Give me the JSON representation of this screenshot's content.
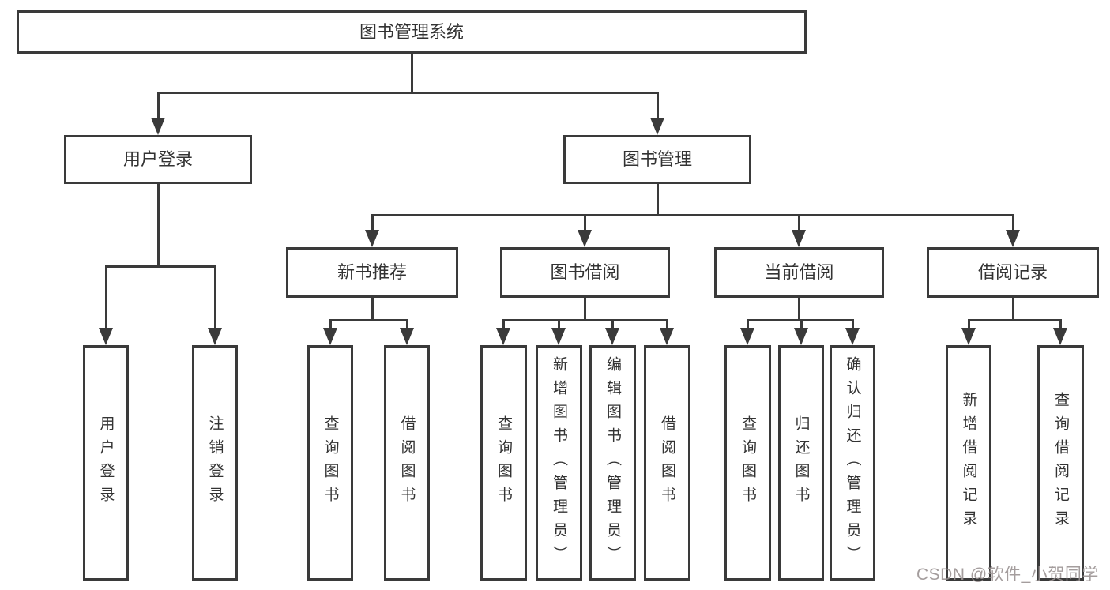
{
  "diagram": {
    "root": {
      "label": "图书管理系统"
    },
    "level2": [
      {
        "label": "用户登录"
      },
      {
        "label": "图书管理"
      }
    ],
    "level3": [
      {
        "label": "新书推荐"
      },
      {
        "label": "图书借阅"
      },
      {
        "label": "当前借阅"
      },
      {
        "label": "借阅记录"
      }
    ],
    "leaves": [
      {
        "label": "用户登录",
        "parent": "用户登录"
      },
      {
        "label": "注销登录",
        "parent": "用户登录"
      },
      {
        "label": "查询图书",
        "parent": "新书推荐"
      },
      {
        "label": "借阅图书",
        "parent": "新书推荐"
      },
      {
        "label": "查询图书",
        "parent": "图书借阅"
      },
      {
        "label": "新增图书（管理员）",
        "parent": "图书借阅"
      },
      {
        "label": "编辑图书（管理员）",
        "parent": "图书借阅"
      },
      {
        "label": "借阅图书",
        "parent": "图书借阅"
      },
      {
        "label": "查询图书",
        "parent": "当前借阅"
      },
      {
        "label": "归还图书",
        "parent": "当前借阅"
      },
      {
        "label": "确认归还（管理员）",
        "parent": "当前借阅"
      },
      {
        "label": "新增借阅记录",
        "parent": "借阅记录"
      },
      {
        "label": "查询借阅记录",
        "parent": "借阅记录"
      }
    ],
    "watermark": "CSDN @软件_小贺同学",
    "colors": {
      "line": "#3a3a3a",
      "text": "#333333",
      "background": "#ffffff",
      "watermark": "#9a9292"
    }
  }
}
